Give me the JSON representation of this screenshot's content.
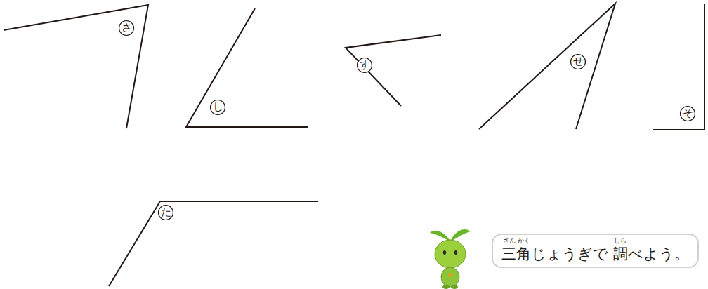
{
  "diagram": {
    "nodes": [
      {
        "text": [
          "三角じょうぎで 調べよう。"
        ]
      }
    ],
    "edges": [],
    "labels": [
      "さ",
      "し",
      "す",
      "せ",
      "そ",
      "た",
      "さん",
      "かく",
      "しら"
    ]
  }
}
